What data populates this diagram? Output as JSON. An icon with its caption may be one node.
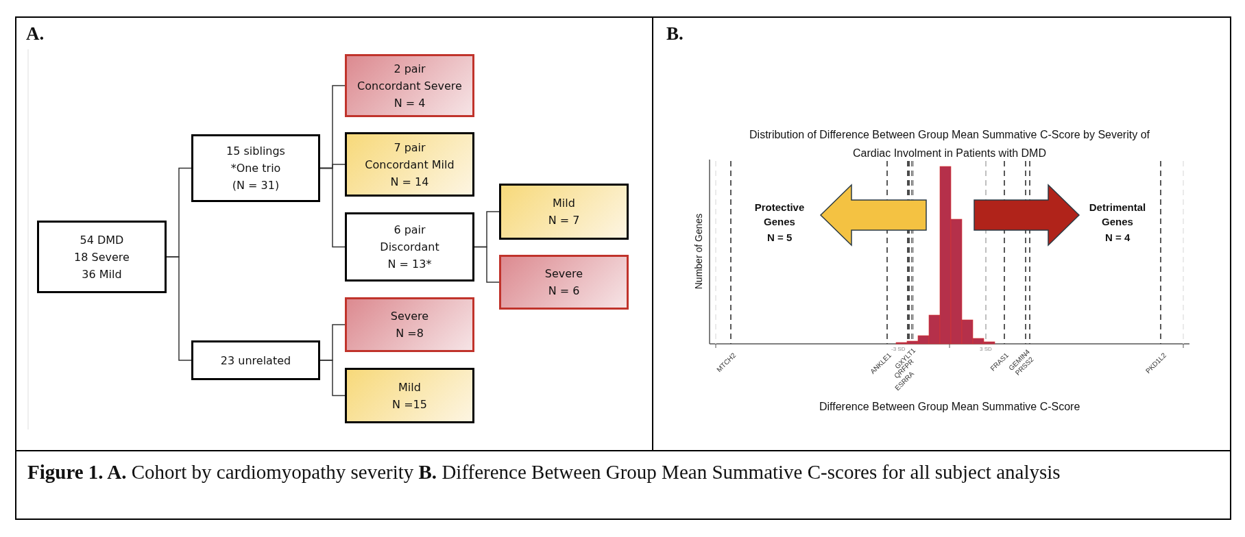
{
  "diagram": {
    "caption": "**Figure 1. A.** Cohort by cardiomyopathy severity **B.** Difference Between Group Mean Summative C-scores for all subject analysis",
    "nodes": [
      {
        "text": [
          "54 DMD",
          "18 Severe",
          "36 Mild"
        ]
      },
      {
        "text": [
          "15 siblings",
          "*One trio",
          "(N = 31)"
        ]
      },
      {
        "text": [
          "23 unrelated"
        ]
      },
      {
        "text": [
          "2 pair",
          "Concordant Severe",
          "N = 4"
        ]
      },
      {
        "text": [
          "7 pair",
          "Concordant Mild",
          "N = 14"
        ]
      },
      {
        "text": [
          "6 pair",
          "Discordant",
          "N = 13*"
        ]
      },
      {
        "text": [
          "Mild",
          "N = 7"
        ]
      },
      {
        "text": [
          "Severe",
          "N = 6"
        ]
      },
      {
        "text": [
          "Severe",
          "N =8"
        ]
      },
      {
        "text": [
          "Mild",
          "N =15"
        ]
      }
    ],
    "edges": [
      {
        "from": 0,
        "to": 1,
        "arrow": "none"
      },
      {
        "from": 0,
        "to": 2,
        "arrow": "none"
      },
      {
        "from": 1,
        "to": 3,
        "arrow": "none"
      },
      {
        "from": 1,
        "to": 4,
        "arrow": "none"
      },
      {
        "from": 1,
        "to": 5,
        "arrow": "none"
      },
      {
        "from": 5,
        "to": 6,
        "arrow": "none"
      },
      {
        "from": 5,
        "to": 7,
        "arrow": "none"
      },
      {
        "from": 2,
        "to": 8,
        "arrow": "none"
      },
      {
        "from": 2,
        "to": 9,
        "arrow": "none"
      }
    ],
    "labels": [
      "A.",
      "B.",
      "Distribution of Difference Between Group Mean Summative C-Score by Severity of Cardiac Involment in Patients with DMD",
      "Number of Genes",
      "Protective Genes",
      "N = 5",
      "Detrimental Genes",
      "N = 4",
      "-3 SD",
      "3 SD",
      "MTCH2",
      "ANKLE1",
      "GXYLT1",
      "QRFPR",
      "ESRRA",
      "FRAS1",
      "GEMIN4",
      "PRSS2",
      "PKD1L2",
      "Difference Between Group Mean Summative C-Score"
    ]
  }
}
